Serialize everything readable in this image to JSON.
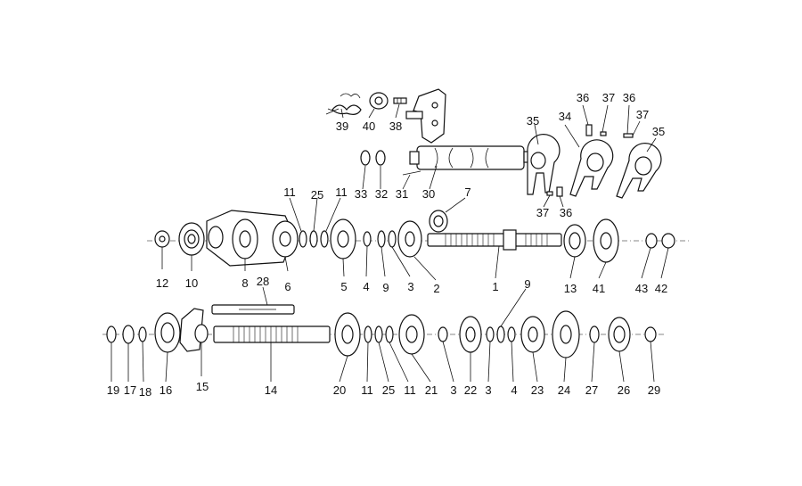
{
  "callouts": {
    "c1": "1",
    "c2": "2",
    "c3a": "3",
    "c3b": "3",
    "c3c": "3",
    "c4a": "4",
    "c4b": "4",
    "c5": "5",
    "c6": "6",
    "c7": "7",
    "c8": "8",
    "c9a": "9",
    "c9b": "9",
    "c10": "10",
    "c11a": "11",
    "c11b": "11",
    "c11c": "11",
    "c11d": "11",
    "c12": "12",
    "c13": "13",
    "c14": "14",
    "c15": "15",
    "c16": "16",
    "c17": "17",
    "c18": "18",
    "c19": "19",
    "c20": "20",
    "c21": "21",
    "c22": "22",
    "c23": "23",
    "c24": "24",
    "c25a": "25",
    "c25b": "25",
    "c26": "26",
    "c27": "27",
    "c28": "28",
    "c29": "29",
    "c30": "30",
    "c31": "31",
    "c32": "32",
    "c33": "33",
    "c34": "34",
    "c35a": "35",
    "c35b": "35",
    "c36a": "36",
    "c36b": "36",
    "c36c": "36",
    "c37a": "37",
    "c37b": "37",
    "c37c": "37",
    "c38": "38",
    "c39": "39",
    "c40": "40",
    "c41": "41",
    "c42": "42",
    "c43": "43"
  }
}
